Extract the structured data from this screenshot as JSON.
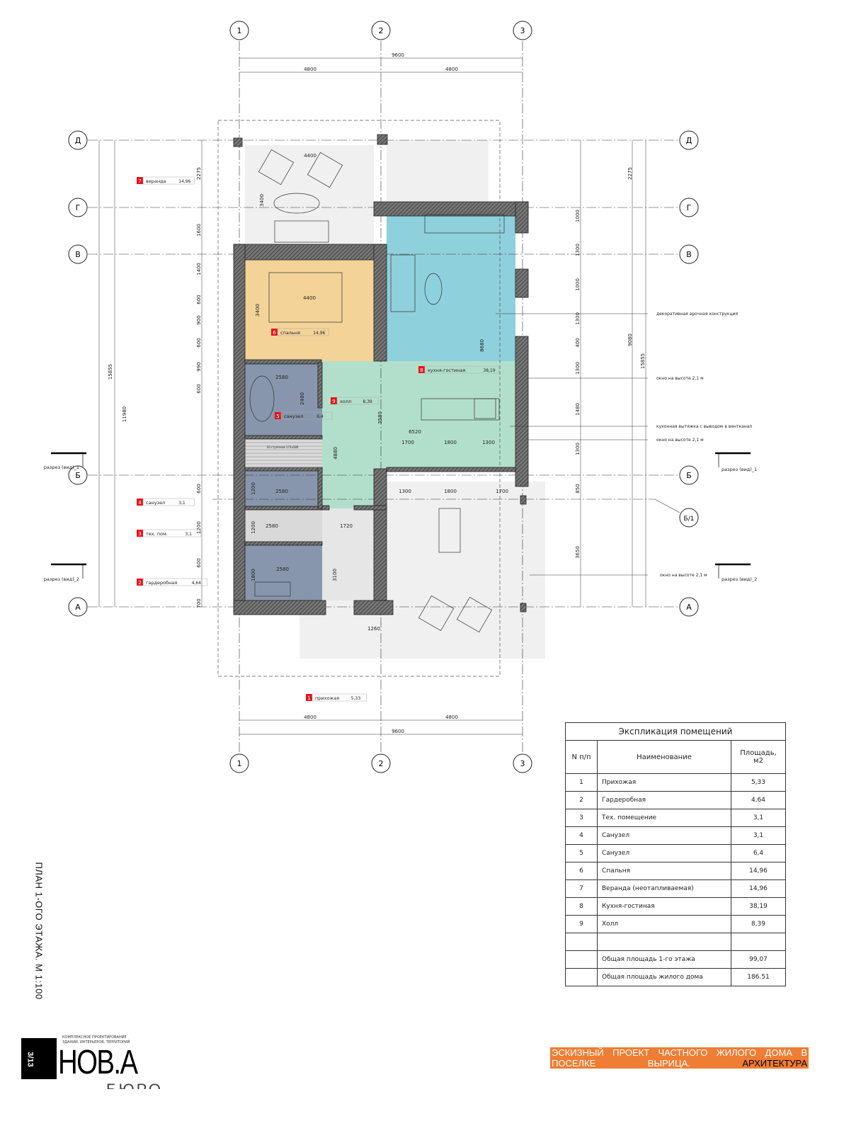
{
  "drawing_title": "ПЛАН 1-ОГО ЭТАЖА. М 1:100",
  "axes": {
    "columns": [
      "1",
      "2",
      "3"
    ],
    "rows": [
      "Д",
      "Г",
      "В",
      "Б",
      "Б/1",
      "А"
    ]
  },
  "dimensions": {
    "top_total": "9600",
    "top_spans": [
      "4800",
      "4800"
    ],
    "bottom_total": "9600",
    "bottom_spans": [
      "4800",
      "4800"
    ],
    "left": [
      "2275",
      "1600",
      "1400",
      "600",
      "900",
      "600",
      "990",
      "600",
      "600",
      "1200",
      "600",
      "700"
    ],
    "left_totals": [
      "15855",
      "11980"
    ],
    "right": [
      "1000",
      "1300",
      "1000",
      "1300",
      "400",
      "1300",
      "1480",
      "1300",
      "850",
      "3650"
    ],
    "right_totals": [
      "2275",
      "9080",
      "15855"
    ],
    "interior": [
      "4400",
      "3400",
      "4400",
      "3400",
      "2580",
      "2480",
      "8680",
      "3580",
      "6520",
      "1700",
      "1800",
      "1300",
      "4880",
      "1300",
      "1800",
      "1700",
      "2580",
      "1200",
      "2580",
      "1200",
      "2580",
      "1800",
      "1720",
      "3100",
      "1260"
    ],
    "stairs_note": "20 ступеней 175х280"
  },
  "rooms": [
    {
      "num": "1",
      "name": "прихожая",
      "area": "5,33",
      "color": "#e6e6e6"
    },
    {
      "num": "2",
      "name": "гардеробная",
      "area": "4,64",
      "color": "#8796ac"
    },
    {
      "num": "3",
      "name": "тех. пом.",
      "area": "3,1",
      "color": "#d9d9d9"
    },
    {
      "num": "4",
      "name": "санузел",
      "area": "3,1",
      "color": "#8796ac"
    },
    {
      "num": "5",
      "name": "санузел",
      "area": "6,4",
      "color": "#8796ac"
    },
    {
      "num": "6",
      "name": "спальня",
      "area": "14,96",
      "color": "#f3d398"
    },
    {
      "num": "7",
      "name": "веранда",
      "area": "14,96",
      "color": "#f0f0f0"
    },
    {
      "num": "8",
      "name": "кухня-гостиная",
      "area": "38,19",
      "color": "#8ed0dc"
    },
    {
      "num": "9",
      "name": "холл",
      "area": "8,39",
      "color": "#b2dfcb"
    }
  ],
  "annotations": [
    "декоративная арочная конструкция",
    "окно на высоте 2,1 м",
    "кухонная вытяжка с выводом в вентканал",
    "окно на высоте 2,1 м",
    "окно на высоте 2,1 м"
  ],
  "sections": [
    "разрез (вид)_1",
    "разрез (вид)_1",
    "разрез (вид)_2",
    "разрез (вид)_2"
  ],
  "explication": {
    "title": "Экспликация помещений",
    "headers": [
      "N п/п",
      "Наименование",
      "Площадь, м2"
    ],
    "rows": [
      [
        "1",
        "Прихожая",
        "5,33"
      ],
      [
        "2",
        "Гардеробная",
        "4,64"
      ],
      [
        "3",
        "Тех. помещение",
        "3,1"
      ],
      [
        "4",
        "Санузел",
        "3,1"
      ],
      [
        "5",
        "Санузел",
        "6,4"
      ],
      [
        "6",
        "Спальня",
        "14,96"
      ],
      [
        "7",
        "Веранда (неотапливаемая)",
        "14,96"
      ],
      [
        "8",
        "Кухня-гостиная",
        "38,19"
      ],
      [
        "9",
        "Холл",
        "8,39"
      ],
      [
        "",
        "",
        ""
      ],
      [
        "",
        "Общая площадь 1-го этажа",
        "99,07"
      ],
      [
        "",
        "Общая площадь жилого дома",
        "186.51"
      ]
    ]
  },
  "logo": {
    "subtitle": "КОМПЛЕКСНОЕ ПРОЕКТИРОВАНИЕ ЗДАНИЙ, ИНТЕРЬЕРОВ, ТЕРРИТОРИЙ",
    "brand": "НОВ.А",
    "buro": "БЮРО",
    "page": "3/13"
  },
  "project_title": {
    "main": "ЭСКИЗНЫЙ ПРОЕКТ ЧАСТНОГО ЖИЛОГО ДОМА В ПОСЕЛКЕ ВЫРИЦА.",
    "section": "АРХИТЕКТУРА"
  },
  "colors": {
    "label_marker": "#e8141b",
    "wall": "#555555",
    "title_bar": "#ef7d33"
  }
}
